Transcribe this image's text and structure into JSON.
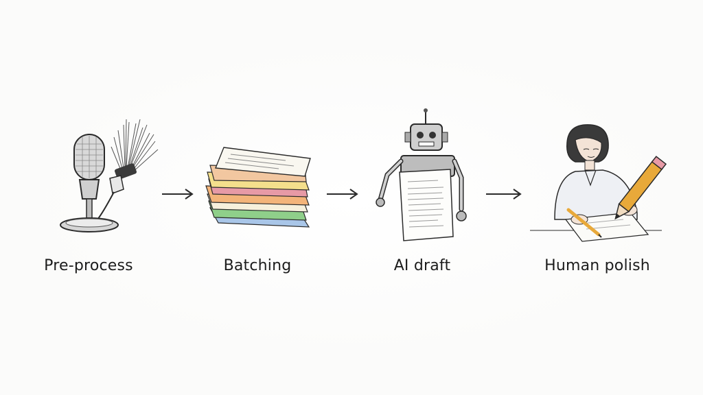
{
  "steps": [
    {
      "label": "Pre-process",
      "icon": "microphone-with-filter-brush-icon"
    },
    {
      "label": "Batching",
      "icon": "stack-of-papers-icon"
    },
    {
      "label": "AI draft",
      "icon": "robot-holding-document-icon"
    },
    {
      "label": "Human polish",
      "icon": "person-writing-with-pencil-icon"
    }
  ],
  "connectors": [
    "arrow-right-icon",
    "arrow-right-icon",
    "arrow-right-icon"
  ],
  "colors": {
    "ink": "#2a2a2a",
    "pencil": "#e8a93a",
    "papers": [
      "#f6f0dc",
      "#f2c7a0",
      "#f4df8c",
      "#e79aa6",
      "#f3b47a",
      "#8fcf8a",
      "#a9c6e8"
    ]
  }
}
